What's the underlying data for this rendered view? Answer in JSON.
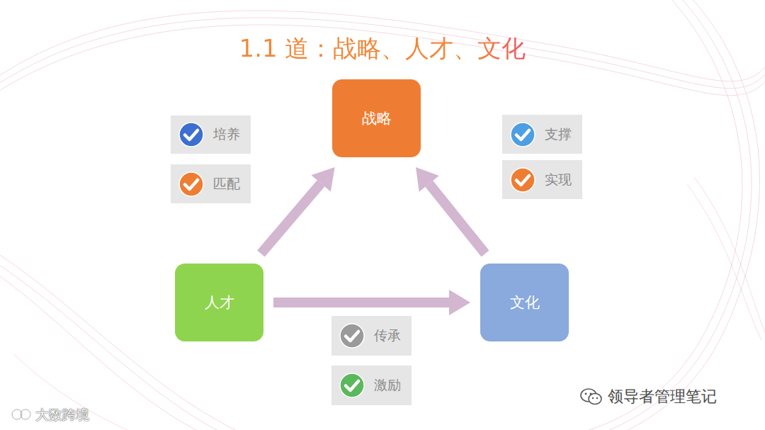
{
  "diagram": {
    "title": "1.1  道：战略、人才、文化",
    "nodes": [
      {
        "text": [
          "战略"
        ]
      },
      {
        "text": [
          "人才"
        ]
      },
      {
        "text": [
          "文化"
        ]
      }
    ],
    "edges": [
      {
        "from": 1,
        "to": 0,
        "arrow": "to"
      },
      {
        "from": 2,
        "to": 0,
        "arrow": "to"
      },
      {
        "from": 1,
        "to": 2,
        "arrow": "to"
      }
    ],
    "labels": [
      "培养",
      "匹配",
      "支撑",
      "实现",
      "传承",
      "激励",
      "领导者管理笔记",
      "大数跨境"
    ]
  }
}
